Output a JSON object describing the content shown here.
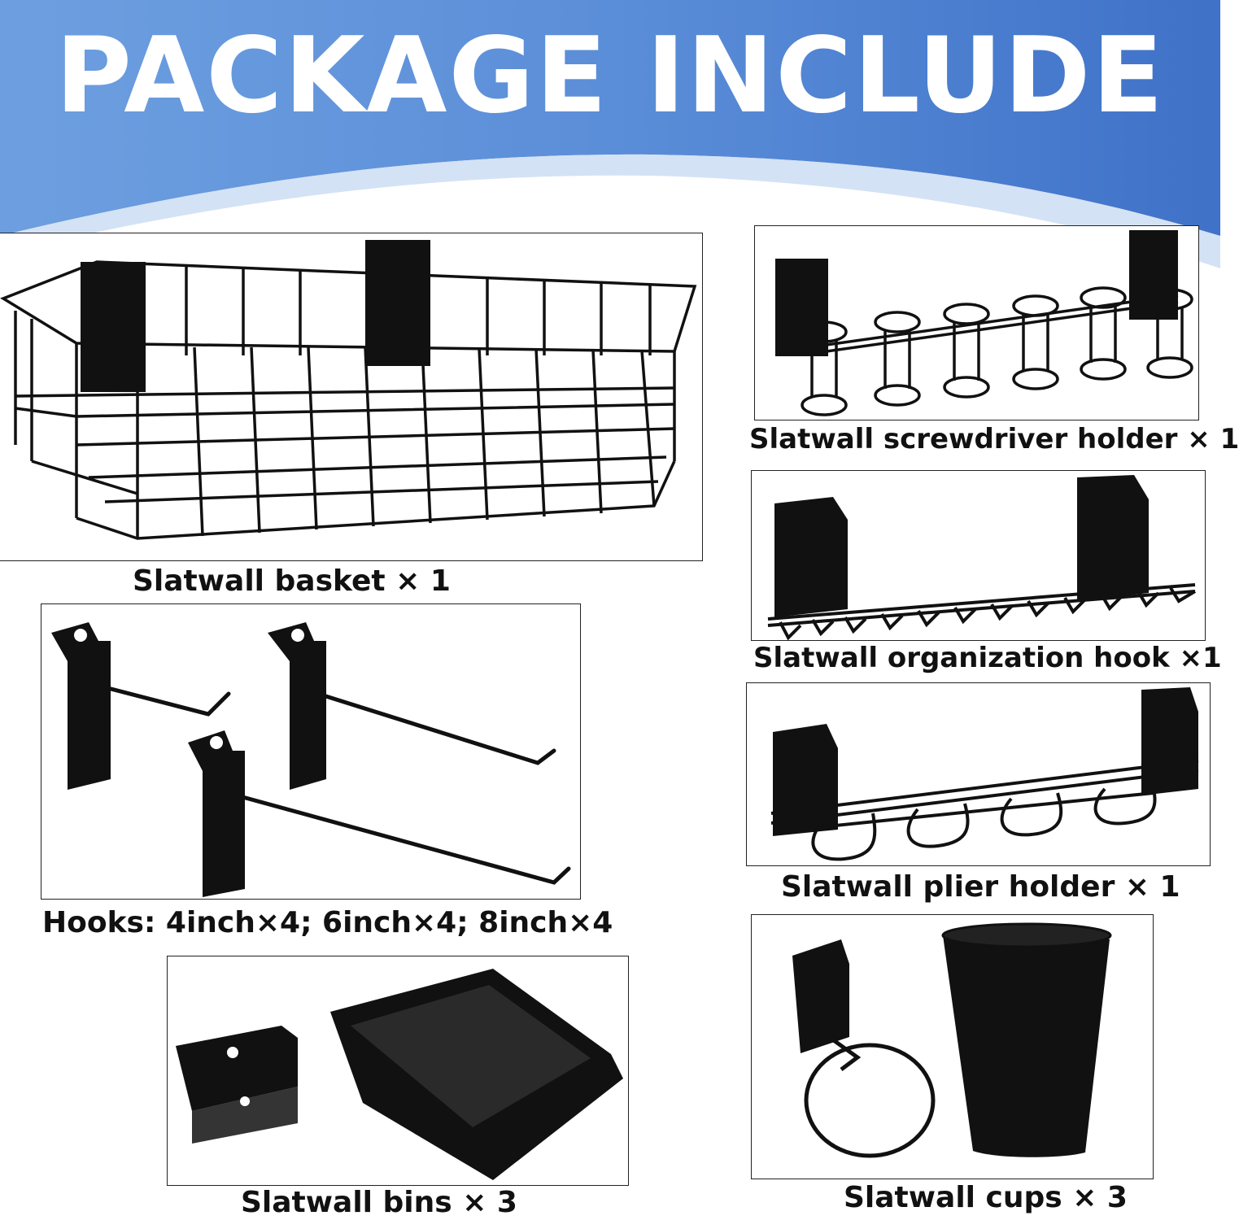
{
  "header": {
    "title": "PACKAGE INCLUDE",
    "accent_color": "#4a7ed0"
  },
  "items": [
    {
      "id": "basket",
      "caption": "Slatwall basket × 1",
      "icon": "wire-basket-icon"
    },
    {
      "id": "screwdriver",
      "caption": "Slatwall screwdriver holder × 1",
      "icon": "screwdriver-holder-icon"
    },
    {
      "id": "organization",
      "caption": "Slatwall organization hook ×1",
      "icon": "organization-hook-icon"
    },
    {
      "id": "plier",
      "caption": "Slatwall plier holder × 1",
      "icon": "plier-holder-icon"
    },
    {
      "id": "hooks",
      "caption": "Hooks: 4inch×4; 6inch×4; 8inch×4",
      "icon": "slatwall-hooks-icon"
    },
    {
      "id": "bins",
      "caption": "Slatwall bins × 3",
      "icon": "slatwall-bin-icon"
    },
    {
      "id": "cups",
      "caption": "Slatwall cups × 3",
      "icon": "slatwall-cup-icon"
    }
  ]
}
